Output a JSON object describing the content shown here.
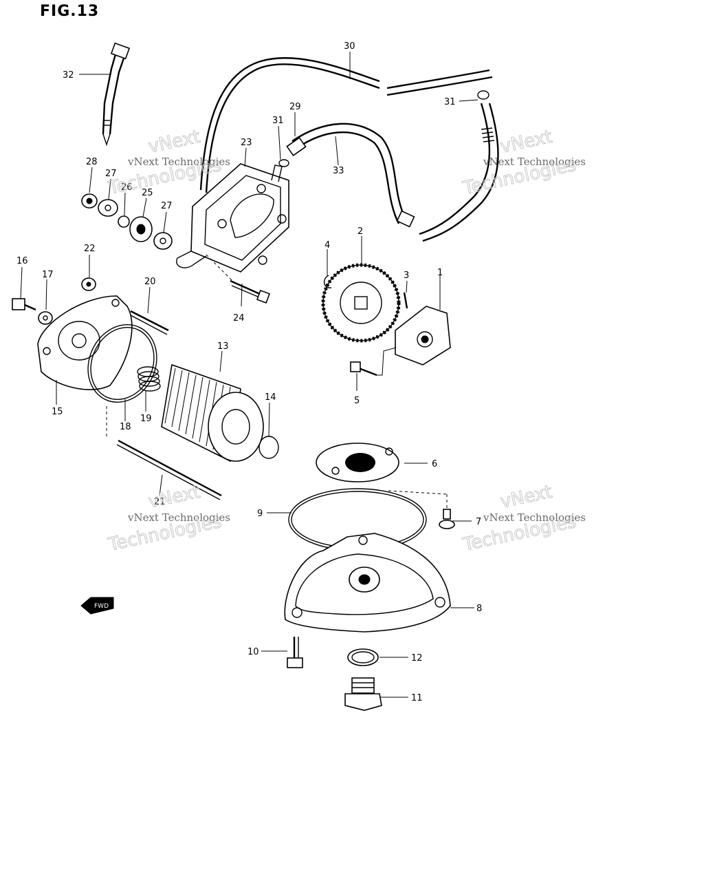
{
  "figure": {
    "title": "FIG.13",
    "fwd_label": "FWD"
  },
  "watermark": {
    "line1": "vNext Technologies",
    "line2": "Technologies",
    "line3": "vNext"
  },
  "callouts": [
    "1",
    "2",
    "3",
    "4",
    "5",
    "6",
    "7",
    "8",
    "9",
    "10",
    "11",
    "12",
    "13",
    "14",
    "15",
    "16",
    "17",
    "18",
    "19",
    "20",
    "21",
    "22",
    "23",
    "24",
    "25",
    "26",
    "27",
    "28",
    "29",
    "30",
    "31",
    "32",
    "33"
  ]
}
